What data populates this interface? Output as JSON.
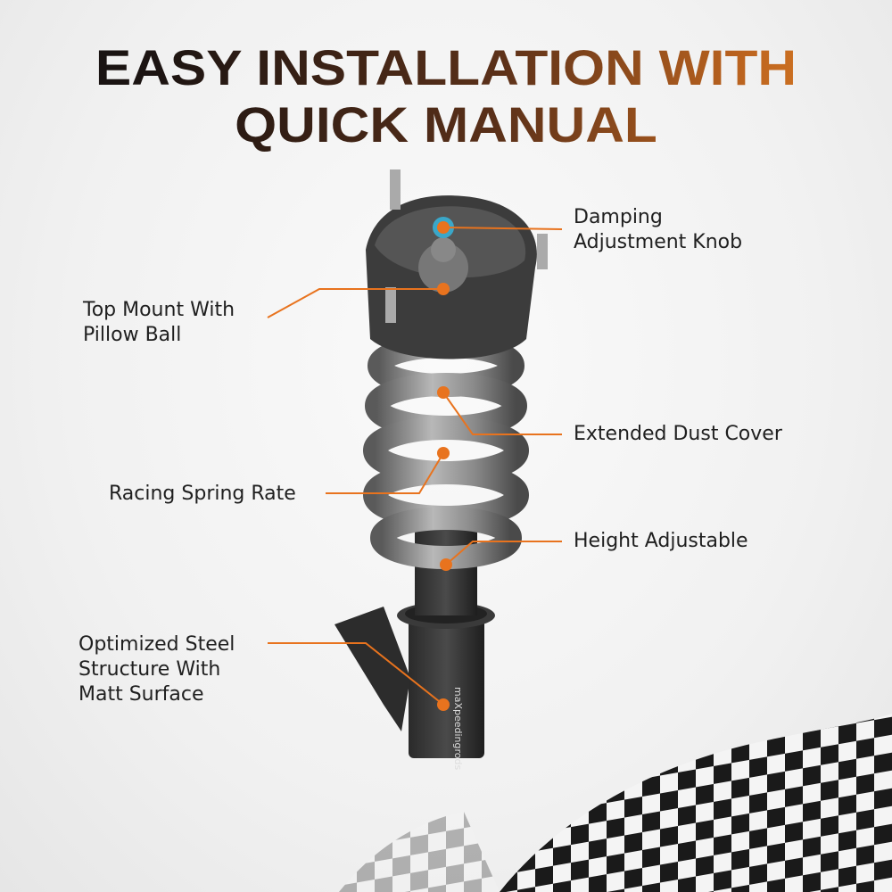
{
  "title": {
    "line1": "EASY INSTALLATION WITH",
    "line2": "QUICK MANUAL",
    "gradient_start": "#151515",
    "gradient_end": "#f08a25"
  },
  "callouts": {
    "damping": "Damping\nAdjustment Knob",
    "top_mount": "Top Mount With\nPillow Ball",
    "dust_cover": "Extended Dust Cover",
    "spring_rate": "Racing Spring Rate",
    "height": "Height Adjustable",
    "steel": "Optimized Steel\nStructure With\nMatt Surface"
  },
  "brand_logo": "maXpeedingrods",
  "colors": {
    "accent": "#e8731e",
    "text": "#1f1f1f"
  }
}
